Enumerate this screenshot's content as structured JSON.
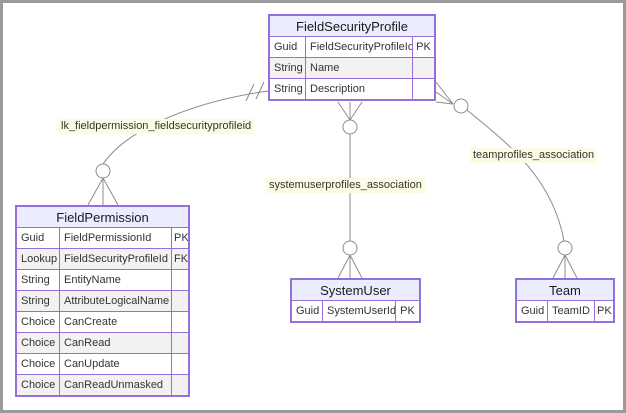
{
  "diagram_type": "entity-relationship",
  "colors": {
    "entity_border": "#9370db",
    "entity_header_bg": "#ececff",
    "row_alt_bg": "#f2f2f2",
    "relationship_line": "#8c8c8c",
    "label_bg": "#fcfce4",
    "text": "#333333",
    "frame_border": "#9a9a9a"
  },
  "entities": [
    {
      "name": "FieldSecurityProfile",
      "rows": [
        {
          "type": "Guid",
          "attr": "FieldSecurityProfileId",
          "key": "PK"
        },
        {
          "type": "String",
          "attr": "Name",
          "key": ""
        },
        {
          "type": "String",
          "attr": "Description",
          "key": ""
        }
      ]
    },
    {
      "name": "FieldPermission",
      "rows": [
        {
          "type": "Guid",
          "attr": "FieldPermissionId",
          "key": "PK"
        },
        {
          "type": "Lookup",
          "attr": "FieldSecurityProfileId",
          "key": "FK"
        },
        {
          "type": "String",
          "attr": "EntityName",
          "key": ""
        },
        {
          "type": "String",
          "attr": "AttributeLogicalName",
          "key": ""
        },
        {
          "type": "Choice",
          "attr": "CanCreate",
          "key": ""
        },
        {
          "type": "Choice",
          "attr": "CanRead",
          "key": ""
        },
        {
          "type": "Choice",
          "attr": "CanUpdate",
          "key": ""
        },
        {
          "type": "Choice",
          "attr": "CanReadUnmasked",
          "key": ""
        }
      ]
    },
    {
      "name": "SystemUser",
      "rows": [
        {
          "type": "Guid",
          "attr": "SystemUserId",
          "key": "PK"
        }
      ]
    },
    {
      "name": "Team",
      "rows": [
        {
          "type": "Guid",
          "attr": "TeamID",
          "key": "PK"
        }
      ]
    }
  ],
  "relationships": [
    {
      "name": "lk_fieldpermission_fieldsecurityprofileid",
      "from_entity": "FieldSecurityProfile",
      "from_cardinality": "one-and-only-one",
      "to_entity": "FieldPermission",
      "to_cardinality": "zero-or-many"
    },
    {
      "name": "systemuserprofiles_association",
      "from_entity": "FieldSecurityProfile",
      "from_cardinality": "zero-or-many",
      "to_entity": "SystemUser",
      "to_cardinality": "zero-or-many"
    },
    {
      "name": "teamprofiles_association",
      "from_entity": "FieldSecurityProfile",
      "from_cardinality": "zero-or-many",
      "to_entity": "Team",
      "to_cardinality": "zero-or-many"
    }
  ]
}
